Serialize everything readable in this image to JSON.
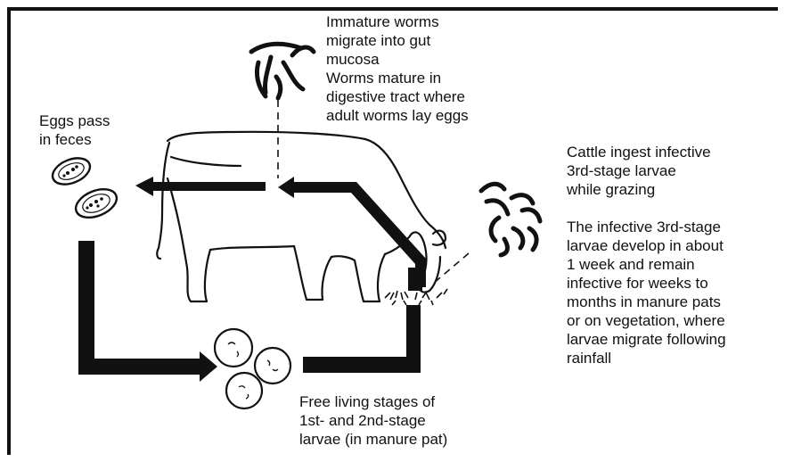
{
  "labels": {
    "immature_worms": "Immature worms\nmigrate into gut\nmucosa\nWorms mature in\ndigestive tract where\nadult worms lay eggs",
    "eggs": "Eggs pass\nin feces",
    "cattle_ingest": "Cattle ingest infective\n3rd-stage larvae\nwhile grazing\n\nThe infective 3rd-stage\nlarvae develop in about\n1 week and remain\ninfective for weeks to\nmonths in manure pats\nor on vegetation, where\nlarvae migrate following\nrainfall",
    "free_living": "Free living stages of\n1st- and 2nd-stage\nlarvae (in manure pat)"
  },
  "colors": {
    "ink": "#111111",
    "background": "#ffffff"
  }
}
